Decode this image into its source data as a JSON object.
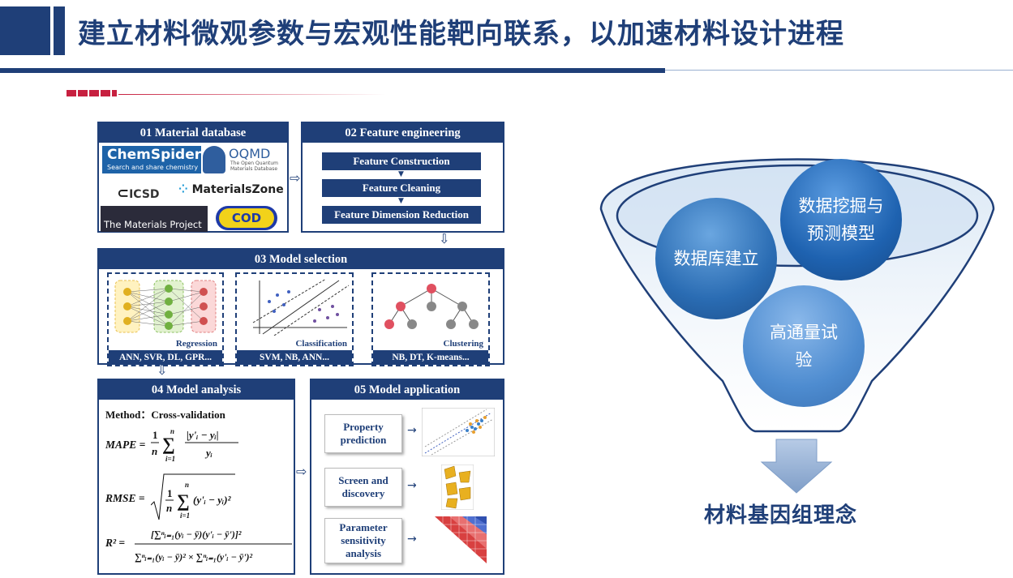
{
  "header": {
    "title": "建立材料微观参数与宏观性能靶向联系，以加速材料设计进程"
  },
  "workflow": {
    "database": {
      "title": "01 Material database",
      "logos": [
        "ChemSpider",
        "Search and share chemistry",
        "OQMD",
        "The Open Quantum",
        "Materials Database",
        "ICSD",
        "MaterialsZone",
        "The Materials Project",
        "COD"
      ]
    },
    "feature": {
      "title": "02 Feature engineering",
      "steps": [
        "Feature Construction",
        "Feature Cleaning",
        "Feature Dimension Reduction"
      ]
    },
    "model_selection": {
      "title": "03 Model selection",
      "regression_label": "Regression",
      "regression_models": "ANN, SVR, DL, GPR...",
      "classification_label": "Classification",
      "classification_models": "SVM, NB, ANN...",
      "clustering_label": "Clustering",
      "clustering_models": "NB, DT, K-means..."
    },
    "analysis": {
      "title": "04 Model analysis",
      "method": "Method：Cross-validation",
      "mape_lhs": "MAPE =",
      "rmse_lhs": "RMSE =",
      "r2_lhs": "R² ="
    },
    "application": {
      "title": "05 Model application",
      "items": [
        "Property prediction",
        "Screen and discovery",
        "Parameter sensitivity analysis"
      ]
    }
  },
  "funnel": {
    "sphere1": "数据库建立",
    "sphere2": "数据挖掘与预测模型",
    "sphere3": "高通量试验",
    "caption": "材料基因组理念"
  },
  "colors": {
    "navy": "#1f3f78",
    "accent_red": "#c7203f",
    "sphere_blue": "#2d6fb8"
  }
}
